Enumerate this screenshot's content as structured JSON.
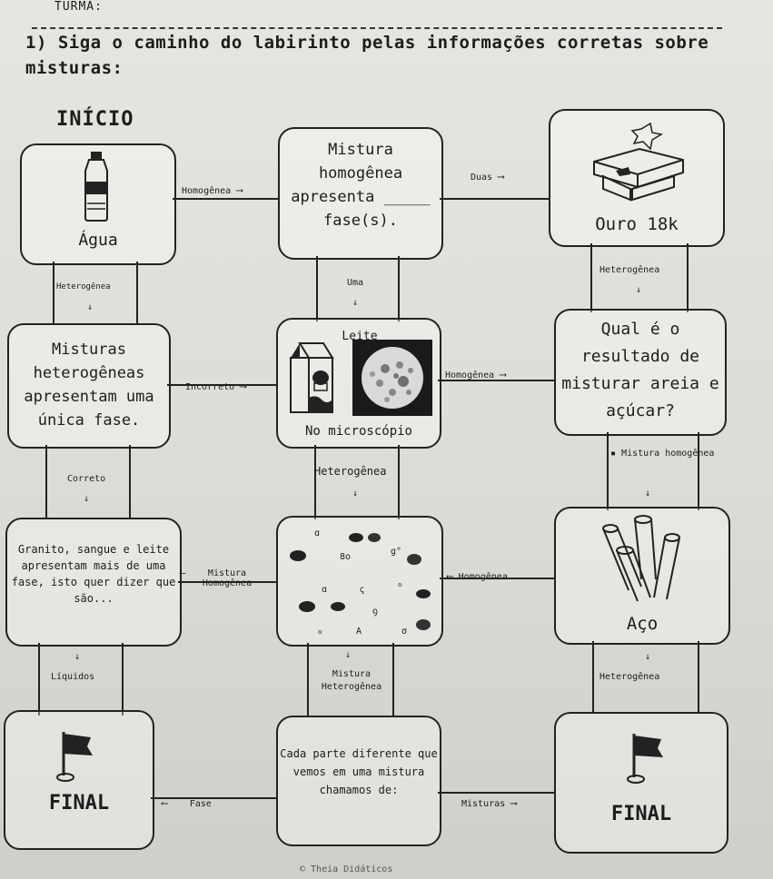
{
  "header": {
    "turma_label": "TURMA:"
  },
  "question": {
    "text": "1) Siga o caminho do labirinto pelas informações corretas sobre misturas:"
  },
  "start_label": "INÍCIO",
  "boxes": {
    "agua": "Água",
    "mistura_homogenea": "Mistura homogênea apresenta _____ fase(s).",
    "ouro": "Ouro 18k",
    "misturas_heterogeneas": "Misturas heterogêneas apresentam uma única fase.",
    "leite_title": "Leite",
    "leite_caption": "No microscópio",
    "areia_acucar": "Qual é o resultado de misturar areia e açúcar?",
    "granito": "Granito, sangue e leite apresentam mais de uma fase, isto quer dizer que são...",
    "aco": "Aço",
    "final_left": "FINAL",
    "cada_parte": "Cada parte diferente que vemos em uma mistura chamamos de:",
    "final_right": "FINAL"
  },
  "labels": {
    "homogenea_1": "Homogênea",
    "duas": "Duas",
    "heterogenea_1": "Heterogênea",
    "uma": "Uma",
    "heterogenea_2": "Heterogênea",
    "incorreto": "Incorreto",
    "homogenea_2": "Homogênea",
    "correto": "Correto",
    "heterogenea_3": "Heterogênea",
    "mistura_homogenea_lbl": "Mistura homogênea",
    "mistura_homogenea_2": "Mistura Homogênea",
    "homogenea_3": "Homogênea",
    "liquidos": "Líquidos",
    "mistura_heterogenea": "Mistura Heterogênea",
    "heterogenea_4": "Heterogênea",
    "fase": "Fase",
    "misturas": "Misturas"
  },
  "footer": "© Theia Didáticos"
}
